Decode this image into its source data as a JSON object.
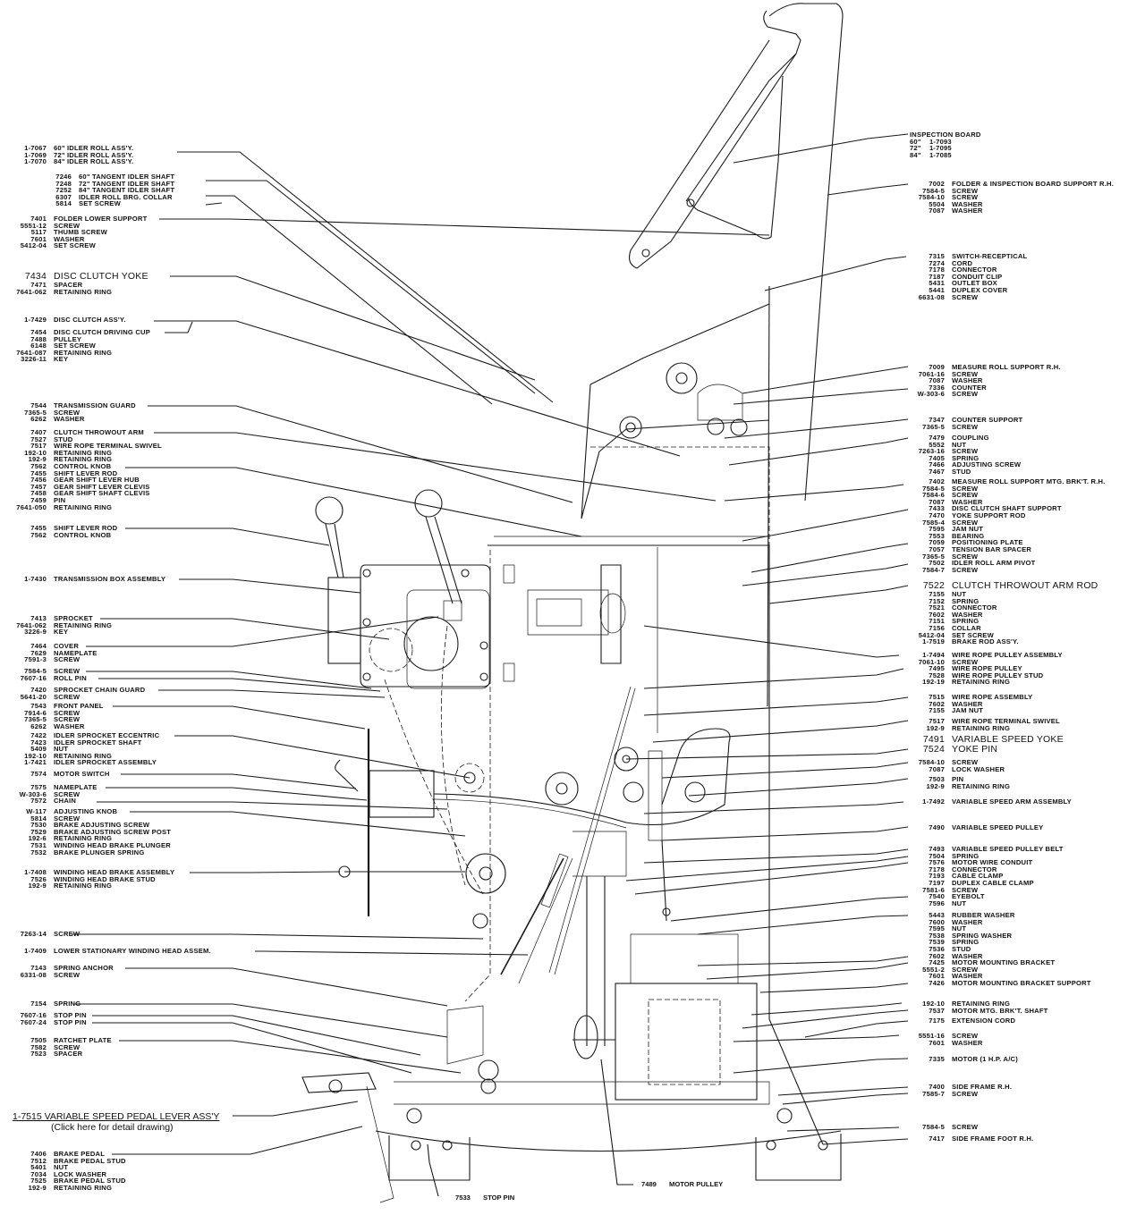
{
  "title": "Folder / Winding Machine Parts Diagram",
  "left_groups": [
    {
      "parts": [
        [
          "1-7067",
          "60\" IDLER ROLL ASS'Y."
        ],
        [
          "1-7069",
          "72\" IDLER ROLL ASS'Y."
        ],
        [
          "1-7070",
          "84\" IDLER ROLL ASS'Y."
        ]
      ]
    },
    {
      "parts": [
        [
          "7246",
          "60\" TANGENT IDLER SHAFT"
        ],
        [
          "7248",
          "72\" TANGENT IDLER SHAFT"
        ],
        [
          "7252",
          "84\" TANGENT IDLER SHAFT"
        ],
        [
          "6307",
          "IDLER ROLL BRG. COLLAR"
        ],
        [
          "5814",
          "SET SCREW"
        ]
      ]
    },
    {
      "parts": [
        [
          "7401",
          "FOLDER LOWER SUPPORT"
        ],
        [
          "5551-12",
          "SCREW"
        ],
        [
          "5117",
          "THUMB SCREW"
        ],
        [
          "7601",
          "WASHER"
        ],
        [
          "5412-04",
          "SET SCREW"
        ]
      ]
    },
    {
      "parts": [
        [
          "7434",
          "DISC CLUTCH YOKE"
        ],
        [
          "7471",
          "SPACER"
        ],
        [
          "7641-062",
          "RETAINING RING"
        ]
      ]
    },
    {
      "parts": [
        [
          "1-7429",
          "DISC CLUTCH ASS'Y."
        ]
      ]
    },
    {
      "parts": [
        [
          "7454",
          "DISC CLUTCH DRIVING CUP"
        ],
        [
          "7488",
          "PULLEY"
        ],
        [
          "6148",
          "SET SCREW"
        ],
        [
          "7641-087",
          "RETAINING RING"
        ],
        [
          "3226-11",
          "KEY"
        ]
      ]
    },
    {
      "parts": [
        [
          "7544",
          "TRANSMISSION GUARD"
        ],
        [
          "7365-5",
          "SCREW"
        ],
        [
          "6262",
          "WASHER"
        ]
      ]
    },
    {
      "parts": [
        [
          "7407",
          "CLUTCH THROWOUT ARM"
        ],
        [
          "7527",
          "STUD"
        ],
        [
          "7517",
          "WIRE ROPE TERMINAL SWIVEL"
        ],
        [
          "192-10",
          "RETAINING RING"
        ],
        [
          "192-9",
          "RETAINING RING"
        ],
        [
          "7562",
          "CONTROL KNOB"
        ],
        [
          "7455",
          "SHIFT LEVER ROD"
        ],
        [
          "7456",
          "GEAR SHIFT LEVER HUB"
        ],
        [
          "7457",
          "GEAR SHIFT LEVER CLEVIS"
        ],
        [
          "7458",
          "GEAR SHIFT SHAFT CLEVIS"
        ],
        [
          "7459",
          "PIN"
        ],
        [
          "7641-050",
          "RETAINING RING"
        ]
      ]
    },
    {
      "parts": [
        [
          "7455",
          "SHIFT LEVER ROD"
        ],
        [
          "7562",
          "CONTROL KNOB"
        ]
      ]
    },
    {
      "parts": [
        [
          "1-7430",
          "TRANSMISSION BOX ASSEMBLY"
        ]
      ]
    },
    {
      "parts": [
        [
          "7413",
          "SPROCKET"
        ],
        [
          "7641-062",
          "RETAINING RING"
        ],
        [
          "3226-9",
          "KEY"
        ]
      ]
    },
    {
      "parts": [
        [
          "7464",
          "COVER"
        ],
        [
          "7629",
          "NAMEPLATE"
        ],
        [
          "7591-3",
          "SCREW"
        ]
      ]
    },
    {
      "parts": [
        [
          "7584-5",
          "SCREW"
        ],
        [
          "7607-16",
          "ROLL PIN"
        ]
      ]
    },
    {
      "parts": [
        [
          "7420",
          "SPROCKET CHAIN GUARD"
        ],
        [
          "5641-20",
          "SCREW"
        ]
      ]
    },
    {
      "parts": [
        [
          "7543",
          "FRONT PANEL"
        ],
        [
          "7914-6",
          "SCREW"
        ],
        [
          "7365-5",
          "SCREW"
        ],
        [
          "6262",
          "WASHER"
        ]
      ]
    },
    {
      "parts": [
        [
          "7422",
          "IDLER SPROCKET ECCENTRIC"
        ],
        [
          "7423",
          "IDLER SPROCKET SHAFT"
        ],
        [
          "5409",
          "NUT"
        ],
        [
          "192-10",
          "RETAINING RING"
        ],
        [
          "1-7421",
          "IDLER SPROCKET ASSEMBLY"
        ]
      ]
    },
    {
      "parts": [
        [
          "7574",
          "MOTOR SWITCH"
        ]
      ]
    },
    {
      "parts": [
        [
          "7575",
          "NAMEPLATE"
        ],
        [
          "W-303-6",
          "SCREW"
        ],
        [
          "7572",
          "CHAIN"
        ]
      ]
    },
    {
      "parts": [
        [
          "W-117",
          "ADJUSTING KNOB"
        ],
        [
          "5814",
          "SCREW"
        ],
        [
          "7530",
          "BRAKE ADJUSTING SCREW"
        ],
        [
          "7529",
          "BRAKE ADJUSTING SCREW POST"
        ],
        [
          "192-6",
          "RETAINING RING"
        ],
        [
          "7531",
          "WINDING HEAD BRAKE PLUNGER"
        ],
        [
          "7532",
          "BRAKE PLUNGER SPRING"
        ]
      ]
    },
    {
      "parts": [
        [
          "1-7408",
          "WINDING HEAD BRAKE ASSEMBLY"
        ],
        [
          "7526",
          "WINDING HEAD BRAKE STUD"
        ],
        [
          "192-9",
          "RETAINING RING"
        ]
      ]
    },
    {
      "parts": [
        [
          "7263-14",
          "SCREW"
        ]
      ]
    },
    {
      "parts": [
        [
          "1-7409",
          "LOWER STATIONARY WINDING HEAD ASSEM."
        ]
      ]
    },
    {
      "parts": [
        [
          "7143",
          "SPRING ANCHOR"
        ],
        [
          "6331-08",
          "SCREW"
        ]
      ]
    },
    {
      "parts": [
        [
          "7154",
          "SPRING"
        ]
      ]
    },
    {
      "parts": [
        [
          "7607-16",
          "STOP PIN"
        ],
        [
          "7607-24",
          "STOP PIN"
        ]
      ]
    },
    {
      "parts": [
        [
          "7505",
          "RATCHET PLATE"
        ],
        [
          "7582",
          "SCREW"
        ],
        [
          "7523",
          "SPACER"
        ]
      ]
    },
    {
      "parts": [
        [
          "7406",
          "BRAKE PEDAL"
        ],
        [
          "7512",
          "BRAKE PEDAL STUD"
        ],
        [
          "5401",
          "NUT"
        ],
        [
          "7034",
          "LOCK WASHER"
        ],
        [
          "7525",
          "BRAKE PEDAL STUD"
        ],
        [
          "192-9",
          "RETAINING RING"
        ]
      ]
    }
  ],
  "pedal_link": {
    "label": "1-7515  VARIABLE SPEED PEDAL LEVER ASS'Y",
    "note": "(Click here for detail drawing)"
  },
  "inspection_board": {
    "title": "INSPECTION BOARD",
    "sizes": [
      [
        "60\"",
        "1-7093"
      ],
      [
        "72\"",
        "1-7095"
      ],
      [
        "84\"",
        "1-7085"
      ]
    ]
  },
  "right_groups": [
    {
      "parts": [
        [
          "7002",
          "FOLDER & INSPECTION BOARD SUPPORT R.H."
        ],
        [
          "7584-5",
          "SCREW"
        ],
        [
          "7584-10",
          "SCREW"
        ],
        [
          "5504",
          "WASHER"
        ],
        [
          "7087",
          "WASHER"
        ]
      ]
    },
    {
      "parts": [
        [
          "7315",
          "SWITCH-RECEPTICAL"
        ],
        [
          "7274",
          "CORD"
        ],
        [
          "7178",
          "CONNECTOR"
        ],
        [
          "7187",
          "CONDUIT CLIP"
        ],
        [
          "5431",
          "OUTLET BOX"
        ],
        [
          "5441",
          "DUPLEX COVER"
        ],
        [
          "6631-08",
          "SCREW"
        ]
      ]
    },
    {
      "parts": [
        [
          "7009",
          "MEASURE ROLL SUPPORT R.H."
        ],
        [
          "7061-16",
          "SCREW"
        ],
        [
          "7087",
          "WASHER"
        ],
        [
          "7336",
          "COUNTER"
        ],
        [
          "W-303-6",
          "SCREW"
        ]
      ]
    },
    {
      "parts": [
        [
          "7347",
          "COUNTER SUPPORT"
        ],
        [
          "7365-5",
          "SCREW"
        ]
      ]
    },
    {
      "parts": [
        [
          "7479",
          "COUPLING"
        ],
        [
          "5552",
          "NUT"
        ],
        [
          "7263-16",
          "SCREW"
        ],
        [
          "7405",
          "SPRING"
        ],
        [
          "7466",
          "ADJUSTING SCREW"
        ],
        [
          "7467",
          "STUD"
        ]
      ]
    },
    {
      "parts": [
        [
          "7402",
          "MEASURE ROLL SUPPORT MTG. BRK'T. R.H."
        ],
        [
          "7584-5",
          "SCREW"
        ],
        [
          "7584-6",
          "SCREW"
        ],
        [
          "7087",
          "WASHER"
        ],
        [
          "7433",
          "DISC CLUTCH SHAFT SUPPORT"
        ],
        [
          "7470",
          "YOKE SUPPORT ROD"
        ],
        [
          "7585-4",
          "SCREW"
        ],
        [
          "7595",
          "JAM NUT"
        ],
        [
          "7553",
          "BEARING"
        ],
        [
          "7059",
          "POSITIONING PLATE"
        ],
        [
          "7057",
          "TENSION BAR SPACER"
        ],
        [
          "7365-5",
          "SCREW"
        ],
        [
          "7502",
          "IDLER ROLL ARM PIVOT"
        ],
        [
          "7584-7",
          "SCREW"
        ]
      ]
    },
    {
      "parts": [
        [
          "7522",
          "CLUTCH THROWOUT ARM ROD"
        ],
        [
          "7155",
          "NUT"
        ],
        [
          "7152",
          "SPRING"
        ],
        [
          "7521",
          "CONNECTOR"
        ],
        [
          "7602",
          "WASHER"
        ],
        [
          "7151",
          "SPRING"
        ],
        [
          "7156",
          "COLLAR"
        ],
        [
          "5412-04",
          "SET SCREW"
        ],
        [
          "1-7519",
          "BRAKE ROD ASS'Y."
        ]
      ]
    },
    {
      "parts": [
        [
          "1-7494",
          "WIRE ROPE PULLEY ASSEMBLY"
        ],
        [
          "7061-10",
          "SCREW"
        ],
        [
          "7495",
          "WIRE ROPE PULLEY"
        ],
        [
          "7528",
          "WIRE ROPE PULLEY STUD"
        ],
        [
          "192-19",
          "RETAINING RING"
        ]
      ]
    },
    {
      "parts": [
        [
          "7515",
          "WIRE ROPE ASSEMBLY"
        ],
        [
          "7602",
          "WASHER"
        ],
        [
          "7155",
          "JAM NUT"
        ]
      ]
    },
    {
      "parts": [
        [
          "7517",
          "WIRE ROPE TERMINAL SWIVEL"
        ],
        [
          "192-9",
          "RETAINING RING"
        ]
      ]
    },
    {
      "parts": [
        [
          "7491",
          "VARIABLE SPEED YOKE"
        ],
        [
          "7524",
          "YOKE PIN"
        ]
      ]
    },
    {
      "parts": [
        [
          "7584-10",
          "SCREW"
        ],
        [
          "7087",
          "LOCK WASHER"
        ]
      ]
    },
    {
      "parts": [
        [
          "7503",
          "PIN"
        ],
        [
          "192-9",
          "RETAINING RING"
        ]
      ]
    },
    {
      "parts": [
        [
          "1-7492",
          "VARIABLE SPEED ARM ASSEMBLY"
        ]
      ]
    },
    {
      "parts": [
        [
          "7490",
          "VARIABLE SPEED PULLEY"
        ]
      ]
    },
    {
      "parts": [
        [
          "7493",
          "VARIABLE SPEED PULLEY BELT"
        ],
        [
          "7504",
          "SPRING"
        ],
        [
          "7576",
          "MOTOR WIRE CONDUIT"
        ],
        [
          "7178",
          "CONNECTOR"
        ],
        [
          "7193",
          "CABLE CLAMP"
        ],
        [
          "7197",
          "DUPLEX CABLE CLAMP"
        ],
        [
          "7581-6",
          "SCREW"
        ],
        [
          "7540",
          "EYEBOLT"
        ],
        [
          "7596",
          "NUT"
        ]
      ]
    },
    {
      "parts": [
        [
          "5443",
          "RUBBER WASHER"
        ],
        [
          "7600",
          "WASHER"
        ],
        [
          "7595",
          "NUT"
        ],
        [
          "7538",
          "SPRING WASHER"
        ],
        [
          "7539",
          "SPRING"
        ],
        [
          "7536",
          "STUD"
        ],
        [
          "7602",
          "WASHER"
        ],
        [
          "7425",
          "MOTOR MOUNTING BRACKET"
        ],
        [
          "5551-2",
          "SCREW"
        ],
        [
          "7601",
          "WASHER"
        ],
        [
          "7426",
          "MOTOR MOUNTING BRACKET SUPPORT"
        ]
      ]
    },
    {
      "parts": [
        [
          "192-10",
          "RETAINING RING"
        ],
        [
          "7537",
          "MOTOR MTG. BRK'T. SHAFT"
        ]
      ]
    },
    {
      "parts": [
        [
          "7175",
          "EXTENSION CORD"
        ]
      ]
    },
    {
      "parts": [
        [
          "5551-16",
          "SCREW"
        ],
        [
          "7601",
          "WASHER"
        ]
      ]
    },
    {
      "parts": [
        [
          "7335",
          "MOTOR (1 H.P. A/C)"
        ]
      ]
    },
    {
      "parts": [
        [
          "7400",
          "SIDE FRAME R.H."
        ],
        [
          "7585-7",
          "SCREW"
        ]
      ]
    },
    {
      "parts": [
        [
          "7584-5",
          "SCREW"
        ]
      ]
    },
    {
      "parts": [
        [
          "7417",
          "SIDE FRAME FOOT R.H."
        ]
      ]
    }
  ],
  "bottom_labels": [
    {
      "num": "7533",
      "name": "STOP PIN"
    },
    {
      "num": "7489",
      "name": "MOTOR PULLEY"
    }
  ]
}
